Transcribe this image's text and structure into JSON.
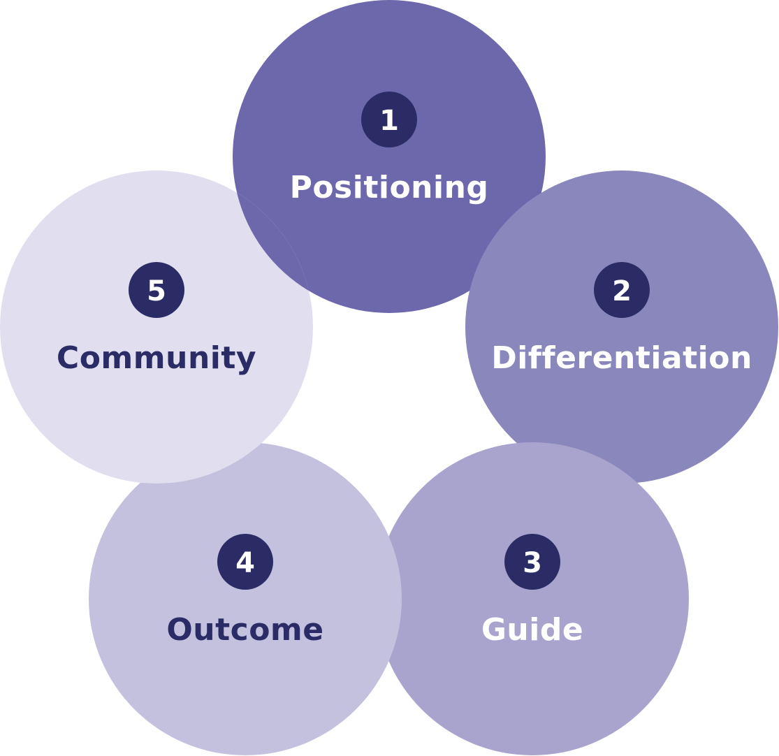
{
  "title": "",
  "badge_color": "#2b2c66",
  "steps": [
    {
      "number": "1",
      "label": "Positioning",
      "fill": "#6d68ac",
      "text_color": "#ffffff"
    },
    {
      "number": "2",
      "label": "Differentiation",
      "fill": "#8a87bc",
      "text_color": "#ffffff"
    },
    {
      "number": "3",
      "label": "Guide",
      "fill": "#a9a4cd",
      "text_color": "#ffffff"
    },
    {
      "number": "4",
      "label": "Outcome",
      "fill": "#c4c1df",
      "text_color": "#2b2c66"
    },
    {
      "number": "5",
      "label": "Community",
      "fill": "#e1dfef",
      "text_color": "#2b2c66"
    }
  ]
}
